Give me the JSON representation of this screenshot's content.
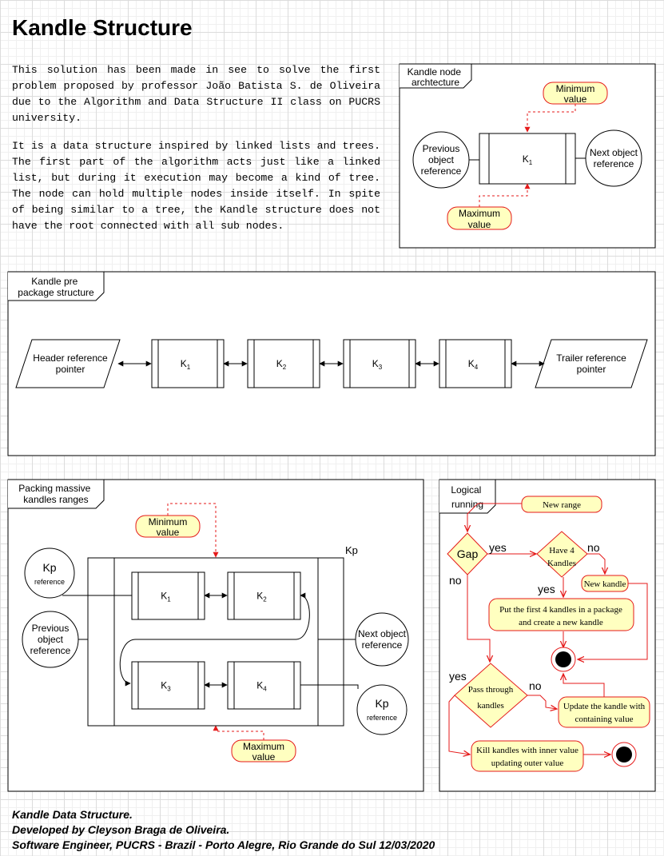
{
  "title": "Kandle Structure",
  "intro": [
    "This solution has been made in see to solve the first problem proposed by professor João Batista S. de Oliveira due to the Algorithm and Data Structure II class on PUCRS university.",
    "It is a data structure inspired by linked lists and trees. The first part of the algorithm acts just like a linked list, but during it execution may become a kind of tree. The node can hold multiple nodes inside itself. In spite of being similar to a tree, the Kandle structure does not have the root connected with all sub nodes."
  ],
  "node_arch": {
    "frame_label": [
      "Kandle node",
      "archtecture"
    ],
    "minimum": [
      "Minimum",
      "value"
    ],
    "maximum": [
      "Maximum",
      "value"
    ],
    "previous": [
      "Previous",
      "object",
      "reference"
    ],
    "next": [
      "Next object",
      "reference"
    ],
    "node": "K1"
  },
  "pre_package": {
    "frame_label": [
      "Kandle pre",
      "package structure"
    ],
    "header": [
      "Header reference",
      "pointer"
    ],
    "trailer": [
      "Trailer reference",
      "pointer"
    ],
    "nodes": [
      "K1",
      "K2",
      "K3",
      "K4"
    ]
  },
  "packing": {
    "frame_label": [
      "Packing massive",
      "kandles ranges"
    ],
    "minimum": [
      "Minimum",
      "value"
    ],
    "maximum": [
      "Maximum",
      "value"
    ],
    "package_label": "Kp",
    "kp_ref_top": [
      "Kp",
      "reference"
    ],
    "kp_ref_bottom": [
      "Kp",
      "reference"
    ],
    "previous": [
      "Previous",
      "object",
      "reference"
    ],
    "next": [
      "Next object",
      "reference"
    ],
    "nodes": [
      "K1",
      "K2",
      "K3",
      "K4"
    ]
  },
  "logical": {
    "frame_label": [
      "Logical",
      "running"
    ],
    "new_range": "New range",
    "gap": "Gap",
    "have4": [
      "Have 4",
      "Kandles"
    ],
    "new_kandle": "New kandle",
    "put_first": [
      "Put the first 4 kandles in a package",
      "and create a new kandle"
    ],
    "pass_through": [
      "Pass through",
      "kandles"
    ],
    "update": [
      "Update the kandle with",
      "containing value"
    ],
    "kill": [
      "Kill kandles with inner value",
      "updating outer value"
    ],
    "yes": "yes",
    "no": "no"
  },
  "footer": [
    "Kandle Data Structure.",
    "Developed by Cleyson Braga de Oliveira.",
    "Software Engineer, PUCRS - Brazil - Porto Alegre, Rio Grande do Sul 12/03/2020"
  ],
  "colors": {
    "accent_red": "#e51a1a",
    "note_fill": "#ffffc0",
    "note_stroke": "#b20000"
  }
}
